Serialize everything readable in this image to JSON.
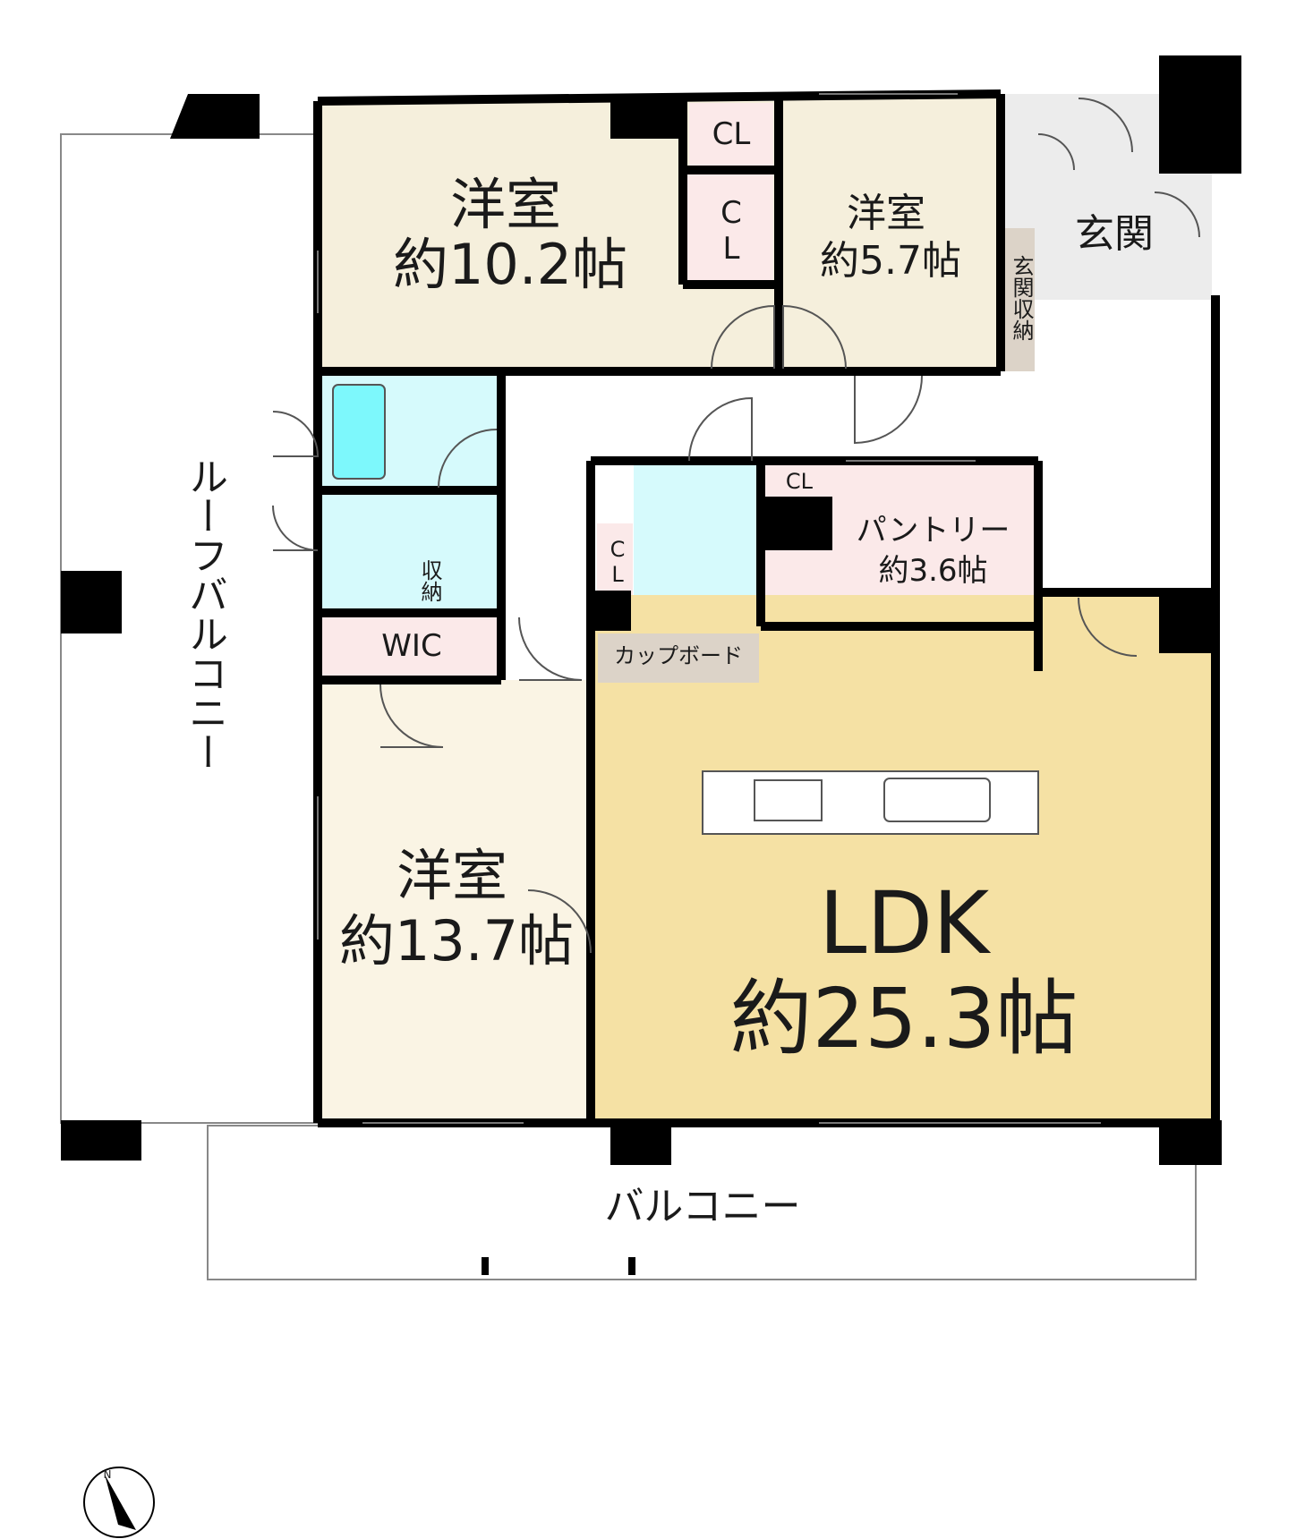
{
  "rooms": {
    "western_1": {
      "name": "洋室",
      "area": "約10.2帖"
    },
    "western_2": {
      "name": "洋室",
      "area": "約5.7帖"
    },
    "western_3": {
      "name": "洋室",
      "area": "約13.7帖"
    },
    "ldk": {
      "name": "LDK",
      "area": "約25.3帖"
    },
    "pantry": {
      "name": "パントリー",
      "area": "約3.6帖"
    },
    "entrance": {
      "name": "玄関"
    },
    "entrance_storage": {
      "name": "玄関収納"
    },
    "wic": {
      "name": "WIC"
    },
    "cupboard": {
      "name": "カップボード"
    },
    "storage": {
      "name": "収納"
    },
    "closet_label": "CL",
    "closet_vertical": "CL"
  },
  "outdoor": {
    "roof_balcony": "ルーフバルコニー",
    "balcony": "バルコニー"
  },
  "compass": {
    "north_label": "N"
  },
  "colors": {
    "western": "#f5efdc",
    "western_light": "#faf4e4",
    "ldk": "#f5e1a4",
    "pantry": "#fbe9e9",
    "wet": "#d6fafc",
    "bathtub": "#7df8fc",
    "cupboard": "#dcd3c8",
    "entrance": "#ececec",
    "wall": "#000000"
  }
}
